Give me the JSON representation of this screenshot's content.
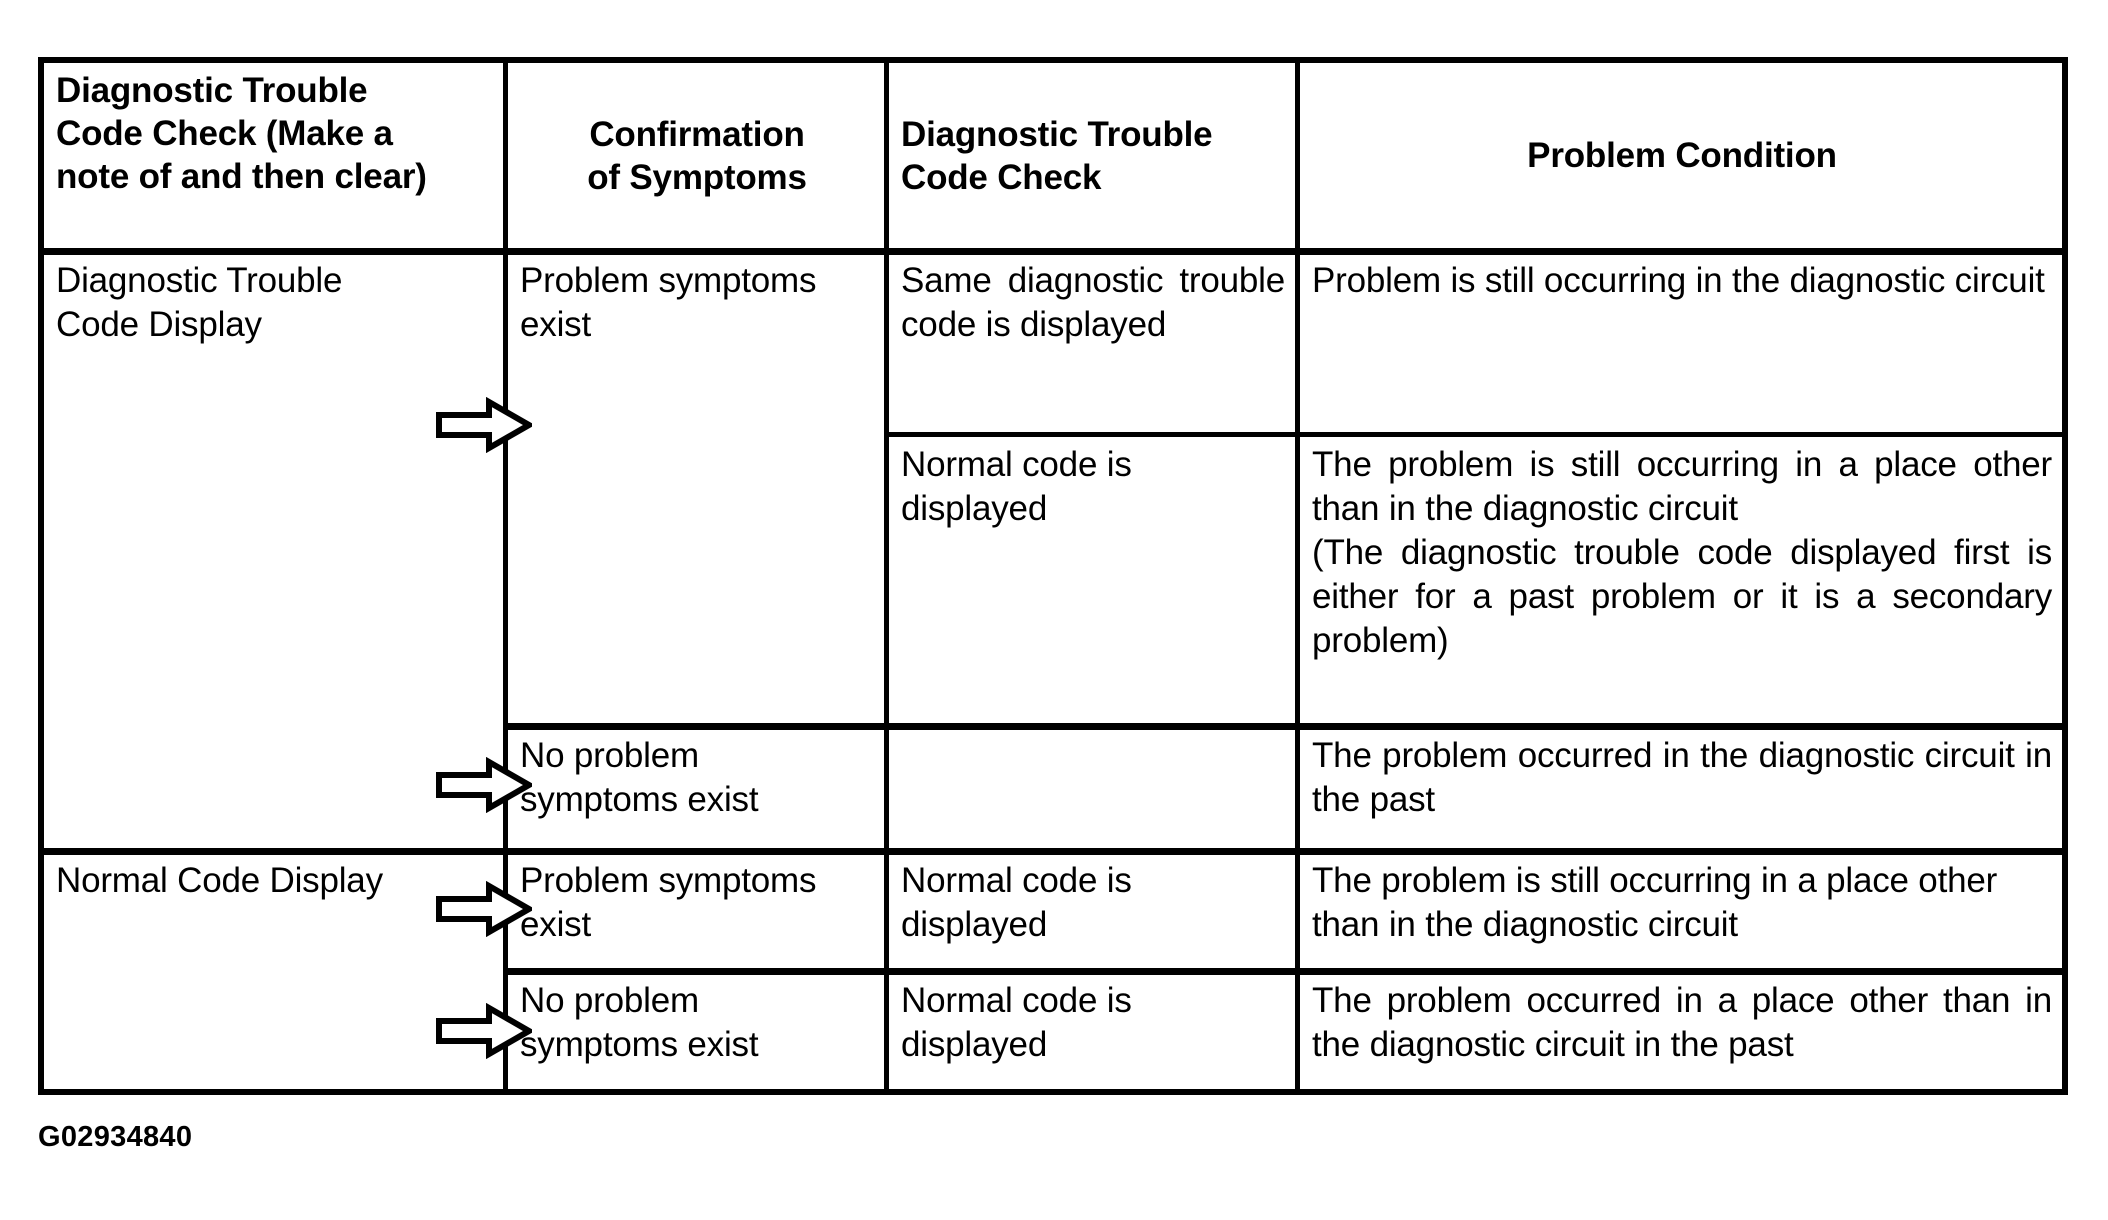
{
  "figure": {
    "caption": "G02934840"
  },
  "table": {
    "columns": [
      {
        "header": "Diagnostic Trouble\nCode Check (Make a\nnote of and then clear)"
      },
      {
        "header": "Confirmation\nof Symptoms"
      },
      {
        "header": "Diagnostic Trouble\nCode Check"
      },
      {
        "header": "Problem Condition"
      }
    ],
    "cells": {
      "dtc_display": "Diagnostic Trouble\nCode Display",
      "normal_code_display": "Normal Code Display",
      "problem_symptoms_exist_1": "Problem symptoms\nexist",
      "no_problem_symptoms_exist_1": "No problem\nsymptoms exist",
      "problem_symptoms_exist_2": "Problem symptoms\nexist",
      "no_problem_symptoms_exist_2": "No problem\nsymptoms exist",
      "same_dtc_displayed": "Same diagnostic trouble code is displayed",
      "normal_code_displayed_1": "Normal code is\ndisplayed",
      "normal_code_displayed_2": "Normal code is\ndisplayed",
      "normal_code_displayed_3": "Normal code is\ndisplayed",
      "dtc_check_blank": "",
      "condition_1": "Problem is still occurring in the diagnostic circuit",
      "condition_2": "The problem is still occurring in a place other than in the diagnostic circuit\n(The diagnostic trouble code displayed first is either for a past problem or it is a secondary problem)",
      "condition_3": "The problem occurred in the diagnostic circuit in the past",
      "condition_4": "The problem is still occurring in a place other than in the diagnostic circuit",
      "condition_5": "The problem occurred in a place other than in the diagnostic circuit in the past"
    },
    "arrows": [
      {
        "name": "flow-arrow-1"
      },
      {
        "name": "flow-arrow-2"
      },
      {
        "name": "flow-arrow-3"
      },
      {
        "name": "flow-arrow-4"
      }
    ]
  },
  "colors": {
    "ink": "#000000",
    "paper": "#ffffff"
  }
}
